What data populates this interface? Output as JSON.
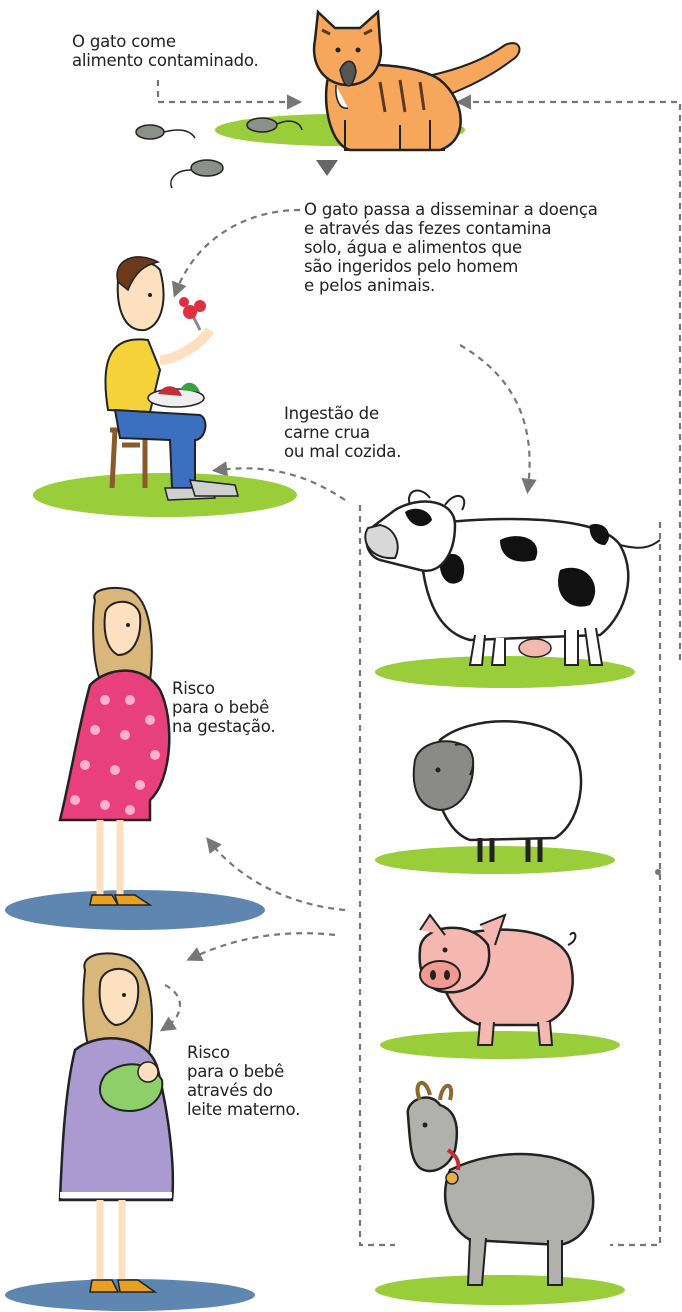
{
  "captions": {
    "cat_eats": "O gato come\nalimento contaminado.",
    "cat_spreads": "O gato passa a disseminar a doença\ne através das fezes contamina\nsolo, água e alimentos que\nsão ingeridos pelo homem\ne pelos animais.",
    "raw_meat": "Ingestão de\ncarne crua\nou mal cozida.",
    "pregnancy_risk": "Risco\npara o bebê\nna gestação.",
    "milk_risk": "Risco\npara o bebê\natravés do\nleite materno."
  },
  "colors": {
    "grass": "#9acd3a",
    "shadow": "#5f86b0",
    "cat": "#f6a75c",
    "arrow": "#777777",
    "pig": "#f5b8b0",
    "dress_pink": "#e8407a",
    "dress_purple": "#a99bd0",
    "shirt": "#f6d23a",
    "goat": "#b0b0ac"
  }
}
